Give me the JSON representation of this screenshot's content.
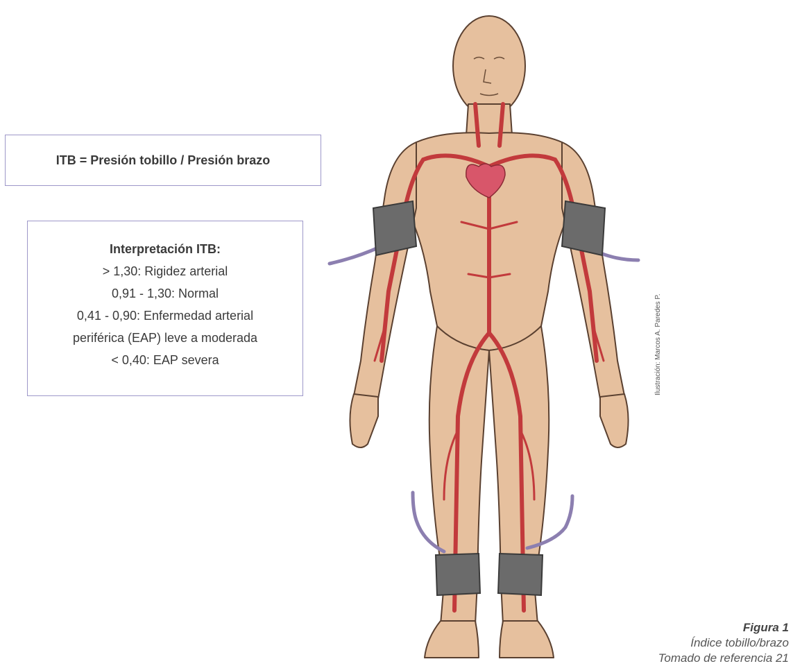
{
  "formula": "ITB = Presión tobillo / Presión brazo",
  "interpretation": {
    "title": "Interpretación ITB:",
    "lines": [
      "> 1,30: Rigidez arterial",
      "0,91 - 1,30: Normal",
      "0,41 - 0,90: Enfermedad arterial",
      "periférica (EAP) leve a moderada",
      "< 0,40: EAP severa"
    ]
  },
  "credit": "Ilustración: Marcos A. Paredes P.",
  "caption": {
    "figure": "Figura 1",
    "title": "Índice tobillo/brazo",
    "source": "Tomado de referencia 21"
  },
  "colors": {
    "box_border": "#9d97c9",
    "skin": "#e6c09e",
    "skin_outline": "#5a4030",
    "artery": "#c23a3c",
    "cuff": "#6b6b6b",
    "tube": "#8c7fb0",
    "heart": "#d8566a"
  }
}
